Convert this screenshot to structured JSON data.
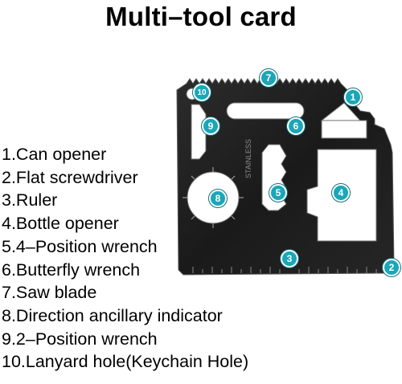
{
  "title": "Multi–tool card",
  "legend": [
    "1.Can opener",
    "2.Flat screwdriver",
    "3.Ruler",
    "4.Bottle opener",
    "5.4–Position wrench",
    "6.Butterfly wrench",
    "7.Saw blade",
    "8.Direction ancillary indicator",
    "9.2–Position wrench",
    "10.Lanyard hole(Keychain Hole)"
  ],
  "markers": [
    "1",
    "2",
    "3",
    "4",
    "5",
    "6",
    "7",
    "8",
    "9",
    "10"
  ],
  "card_engraving": "STAINLESS",
  "colors": {
    "marker": "#1aa7b8",
    "card": "#1f1f1f",
    "card_edge": "#5a5a5a"
  }
}
